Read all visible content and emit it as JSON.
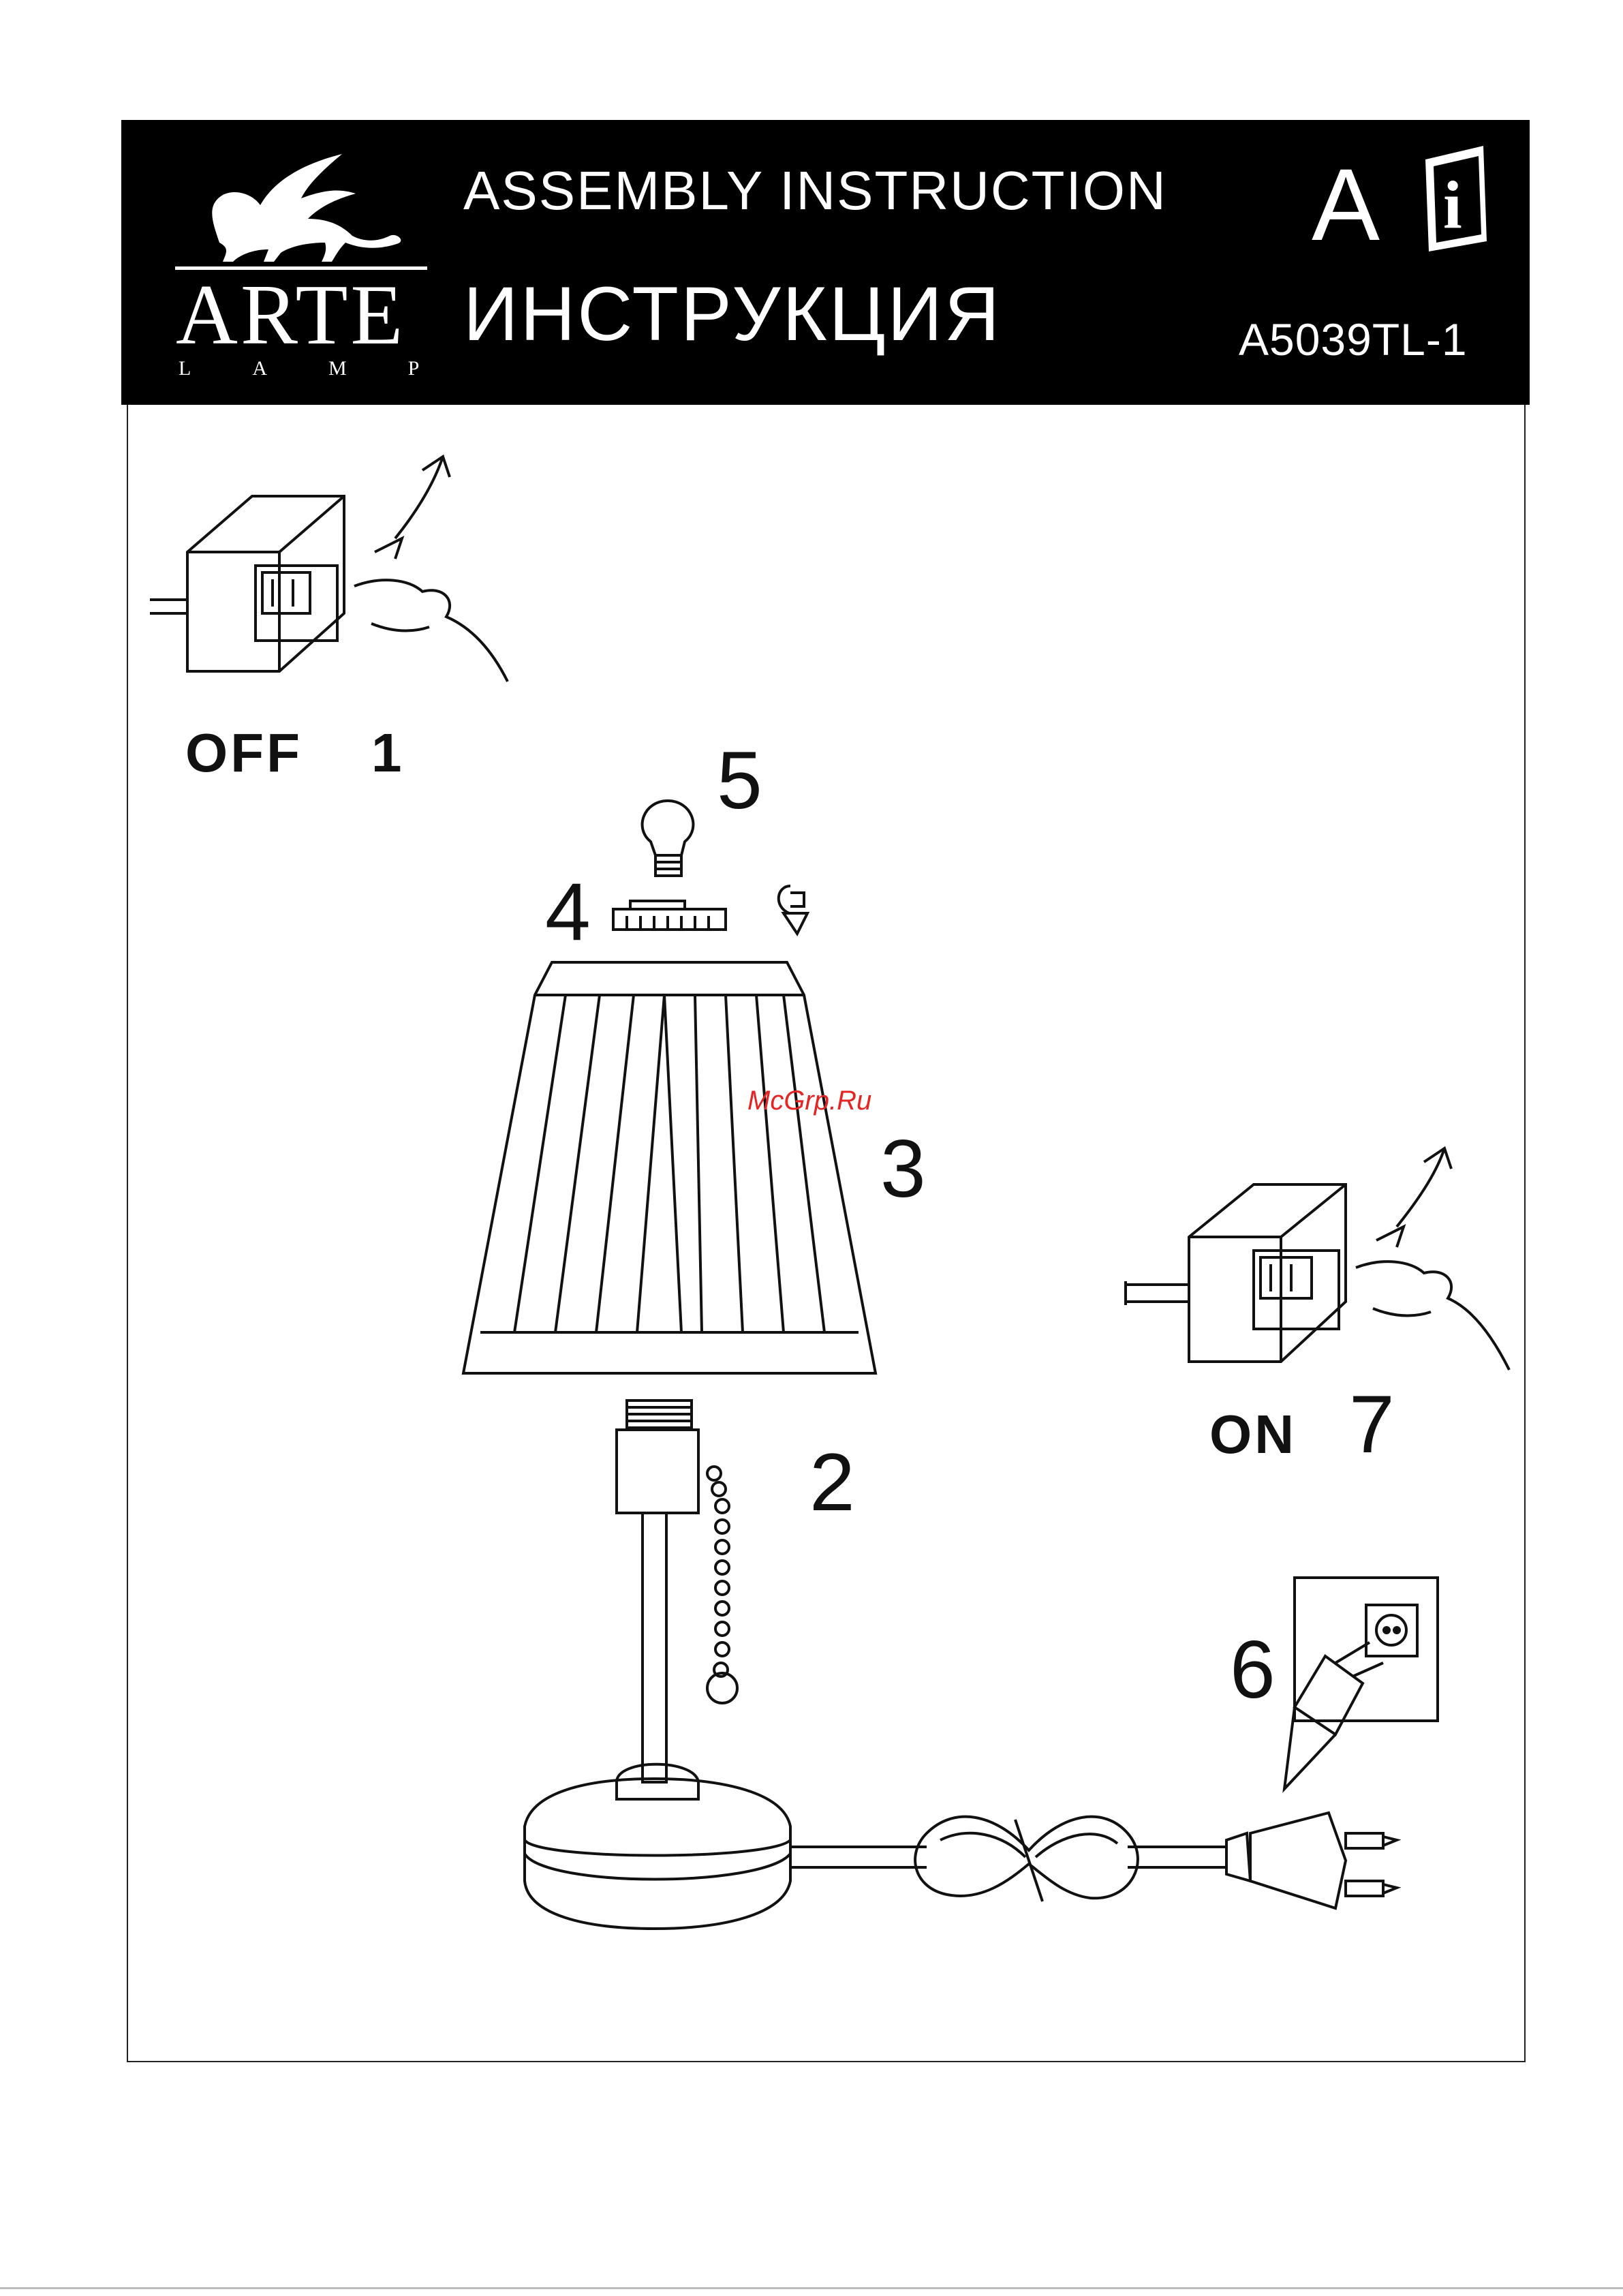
{
  "header": {
    "brand": "ARTE",
    "brand_sub": "LAMP",
    "title_en": "ASSEMBLY  INSTRUCTION",
    "title_ru": "ИНСТРУКЦИЯ",
    "letter": "A",
    "model": "A5039TL-1"
  },
  "steps": {
    "off_label": "OFF",
    "off_num": "1",
    "base_num": "2",
    "shade_num": "3",
    "ring_num": "4",
    "bulb_num": "5",
    "plug_num": "6",
    "on_label": "ON",
    "on_num": "7"
  },
  "watermark": "McGrp.Ru",
  "colors": {
    "header_bg": "#000000",
    "header_text": "#ffffff",
    "line": "#111111",
    "watermark": "#e52424"
  }
}
